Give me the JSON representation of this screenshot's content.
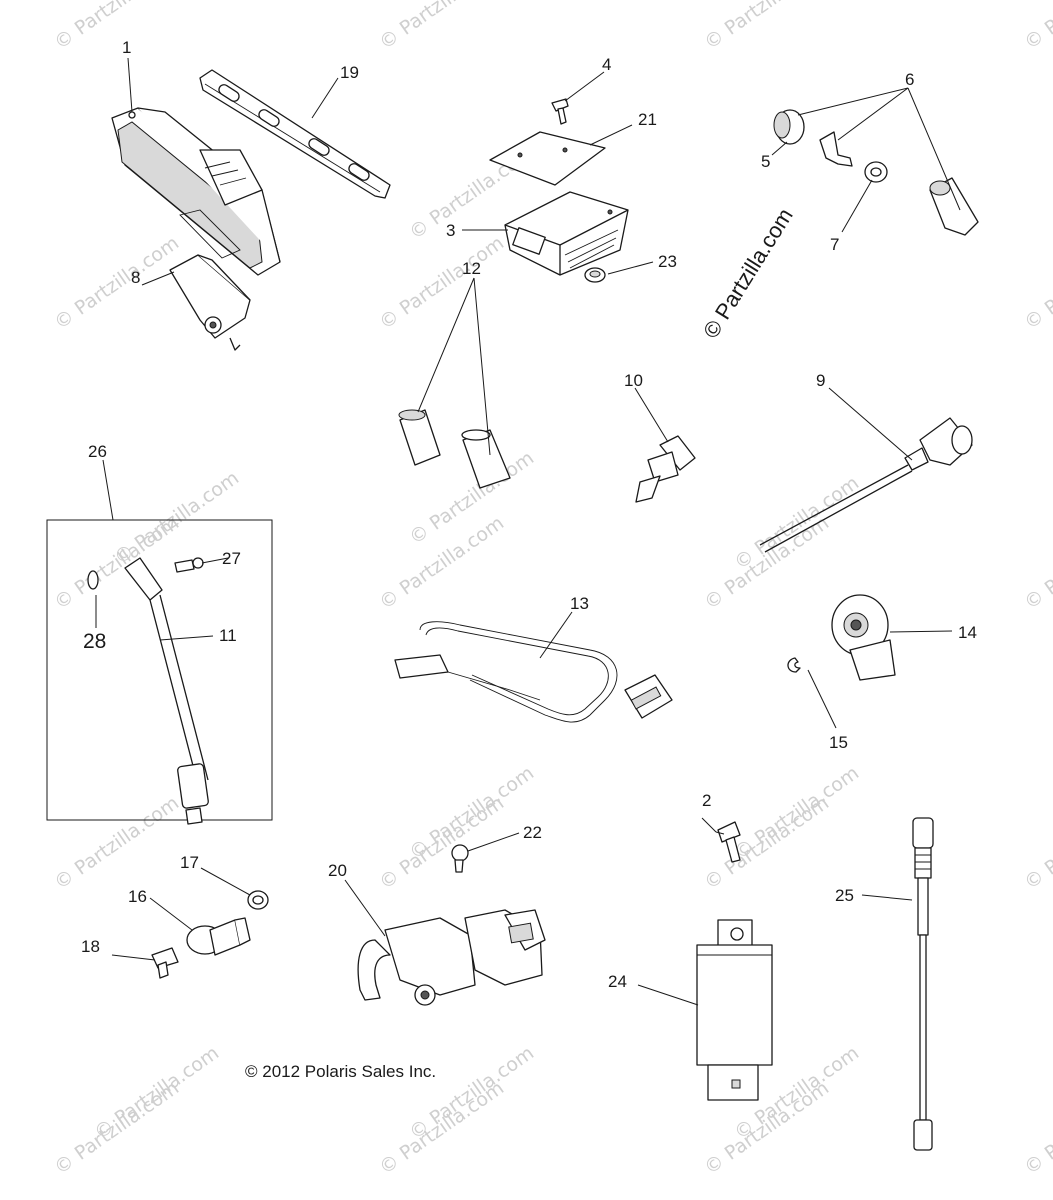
{
  "diagram": {
    "watermark_text": "© Partzilla.com",
    "main_watermark": "© Partzilla.com",
    "copyright": "© 2012 Polaris Sales Inc.",
    "kit_box_label": "26",
    "callouts": [
      "1",
      "19",
      "4",
      "21",
      "3",
      "23",
      "6",
      "5",
      "7",
      "8",
      "12",
      "10",
      "9",
      "27",
      "28",
      "11",
      "13",
      "14",
      "15",
      "2",
      "22",
      "17",
      "16",
      "18",
      "20",
      "25",
      "24"
    ]
  }
}
